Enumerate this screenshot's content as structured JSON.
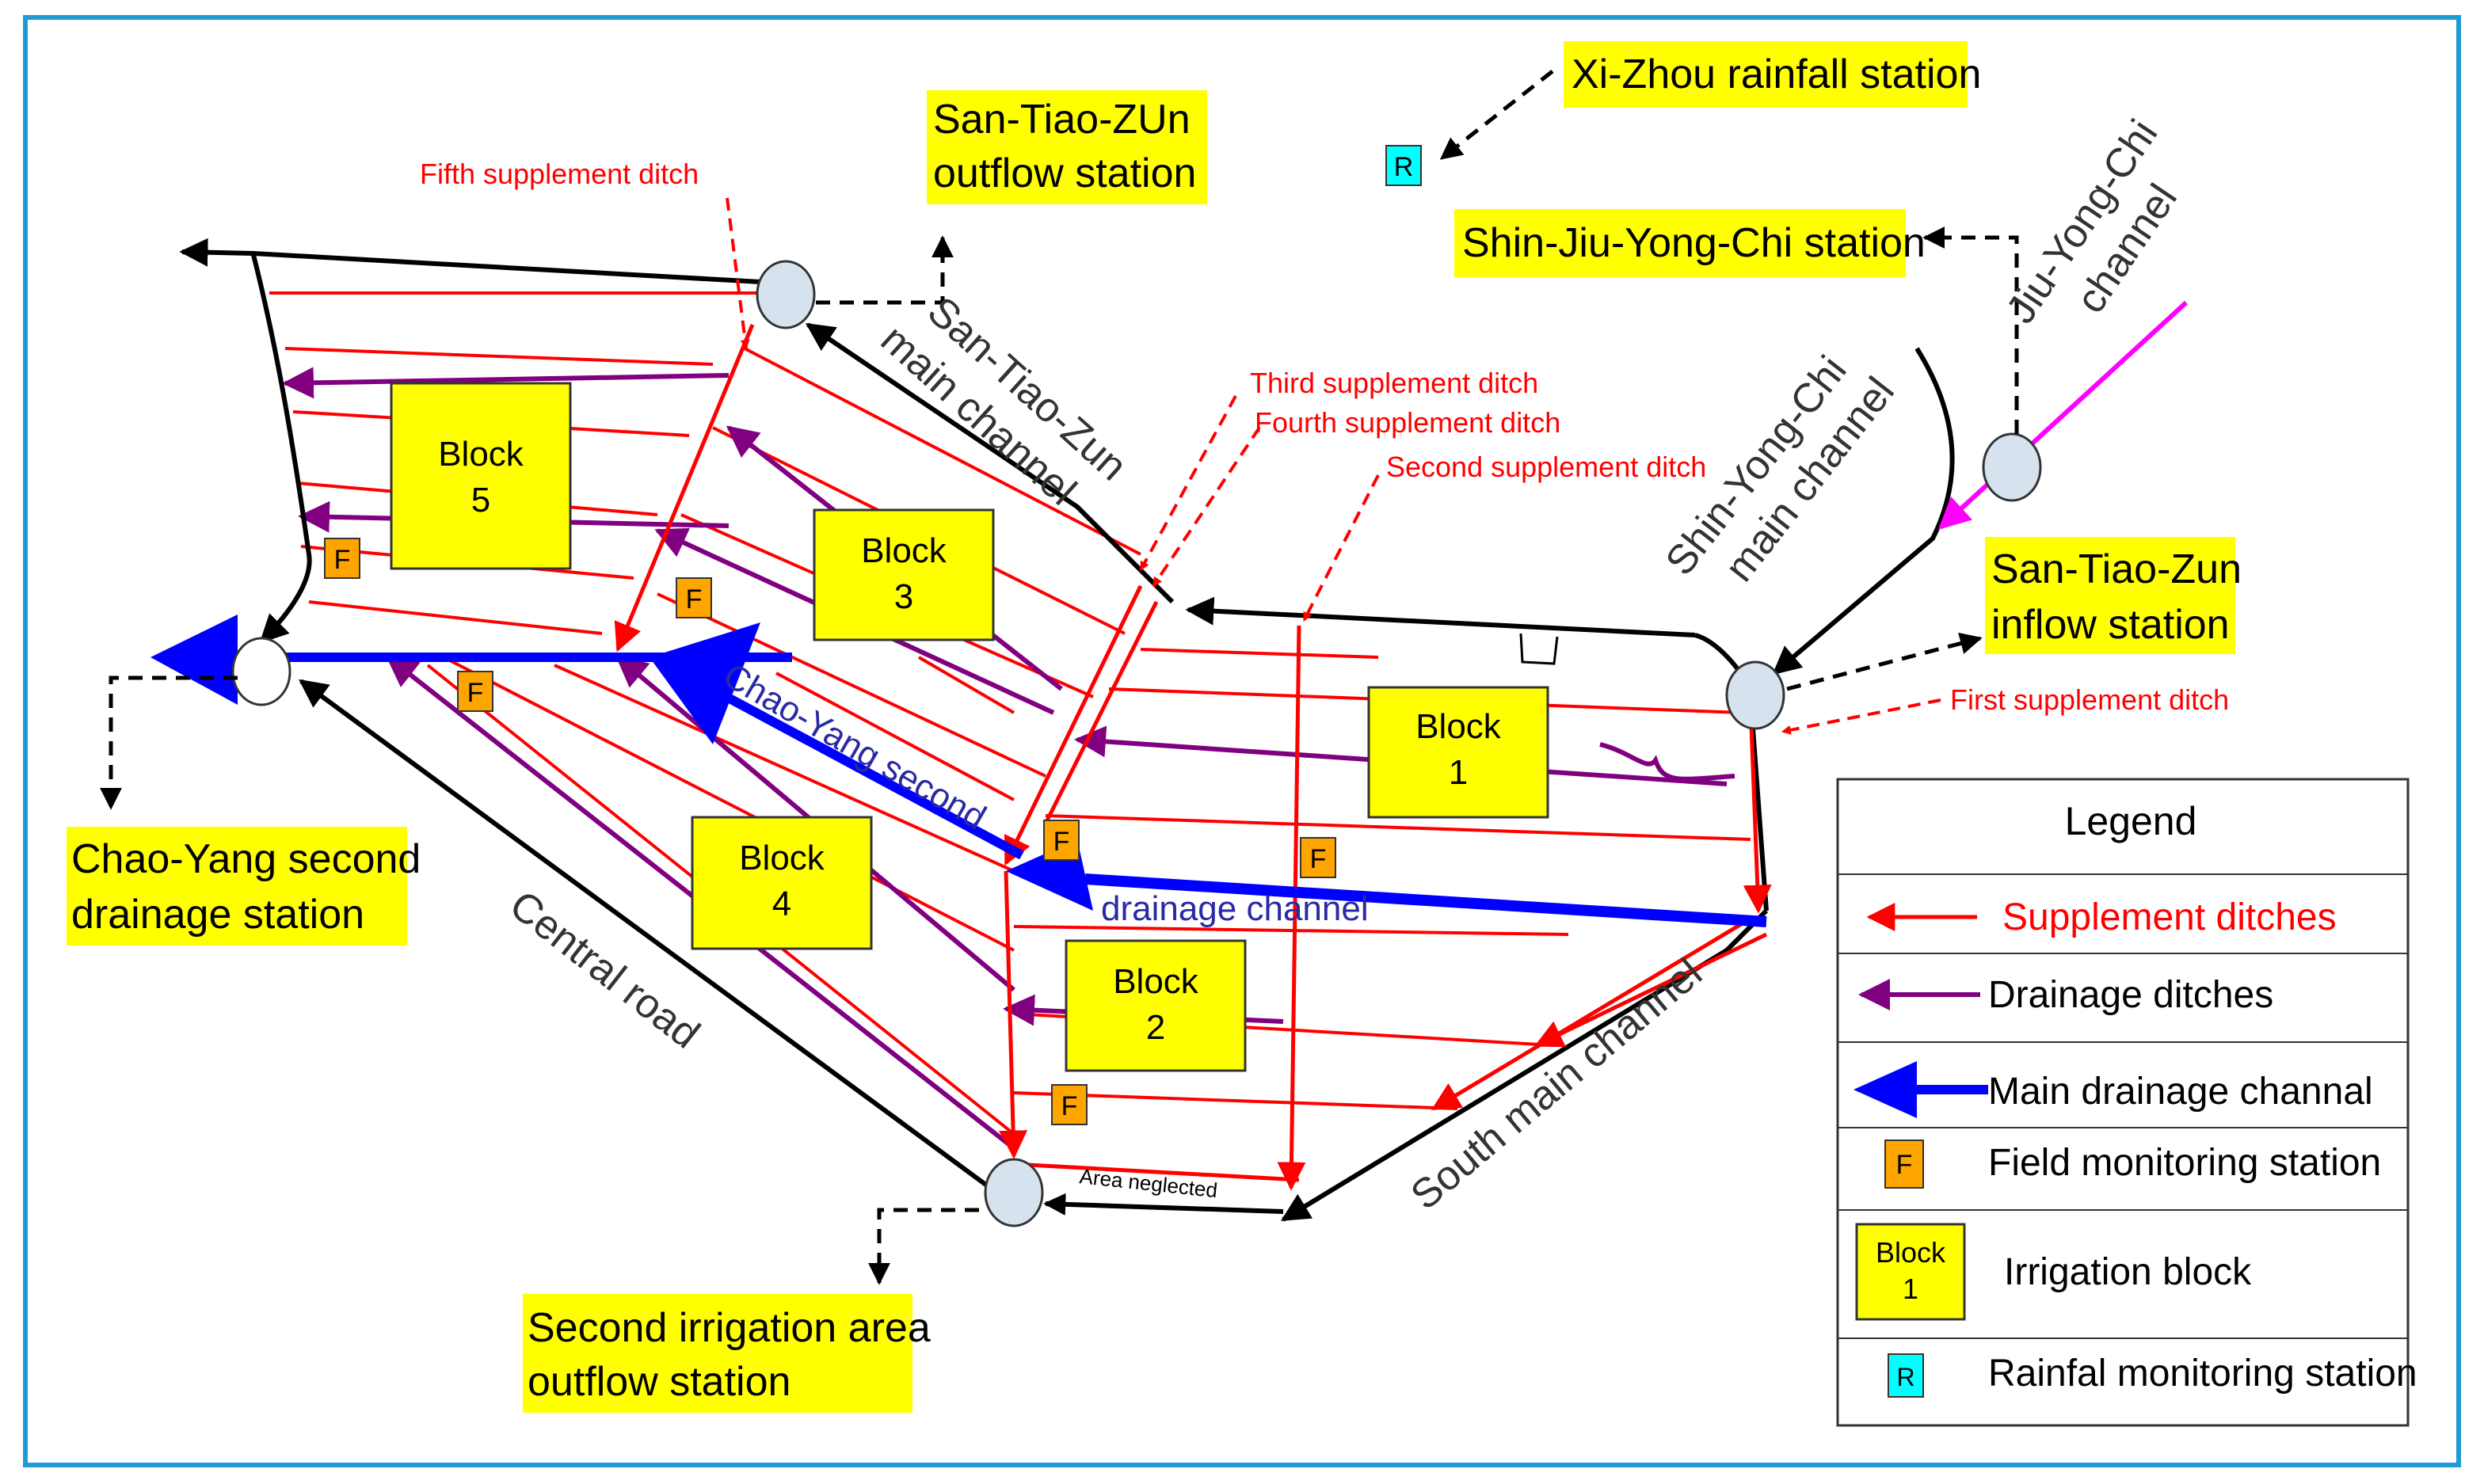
{
  "stations": {
    "xi_zhou": "Xi-Zhou rainfall station",
    "shin_jiu": "Shin-Jiu-Yong-Chi station",
    "san_outflow_1": "San-Tiao-ZUn",
    "san_outflow_2": "outflow  station",
    "san_inflow_1": "San-Tiao-Zun",
    "san_inflow_2": "inflow station",
    "chao_yang_1": "Chao-Yang second",
    "chao_yang_2": "drainage station",
    "second_irr_1": "Second irrigation area",
    "second_irr_2": "outflow station"
  },
  "ditches": {
    "first": "First supplement ditch",
    "second": "Second supplement ditch",
    "third": "Third supplement ditch",
    "fourth": "Fourth supplement ditch",
    "fifth": "Fifth supplement ditch"
  },
  "channels": {
    "jiu_1": "Jiu-Yong-Chi",
    "jiu_2": "channel",
    "san_main_1": "San-Tiao-Zun",
    "san_main_2": "main channel",
    "shin_main_1": "Shin-Yong-Chi",
    "shin_main_2": "main channel",
    "south_main": "South main channel",
    "central_road": "Central road",
    "chao_channel_1": "Chao-Yang second",
    "chao_channel_2": "drainage channel",
    "area_neglected": "Area neglected"
  },
  "blocks": [
    {
      "word": "Block",
      "num": "5"
    },
    {
      "word": "Block",
      "num": "3"
    },
    {
      "word": "Block",
      "num": "1"
    },
    {
      "word": "Block",
      "num": "4"
    },
    {
      "word": "Block",
      "num": "2"
    }
  ],
  "marker_field": "F",
  "marker_rain": "R",
  "legend": {
    "title": "Legend",
    "supplement": "Supplement ditches",
    "drainage": "Drainage ditches",
    "main_drainage": "Main drainage channal",
    "field": "Field monitoring station",
    "block_word": "Block",
    "block_num": "1",
    "irrigation": "Irrigation block",
    "rainfall": "Rainfal monitoring station"
  },
  "colors": {
    "supplement": "#ff0000",
    "drainage": "#800080",
    "main_drainage": "#0000ff",
    "jiu_channel": "#ff00ff",
    "label_bg": "#ffff00",
    "field_marker": "#ffa500",
    "rain_marker": "#00ffff",
    "frame": "#1f9bd4",
    "node": "#d6e2ee"
  }
}
